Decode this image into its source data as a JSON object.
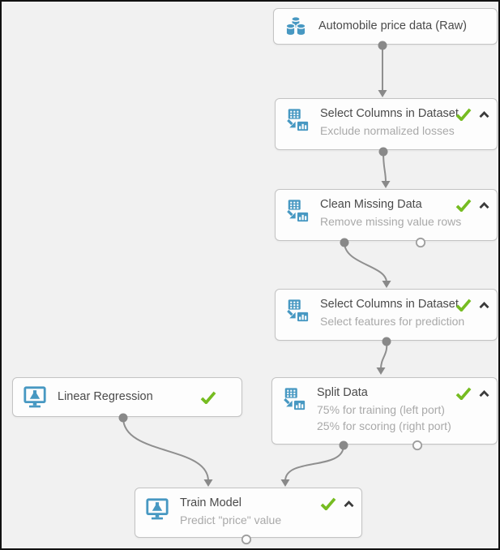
{
  "app": {
    "name": "experiment-canvas",
    "background": "#f1f1f1",
    "frame_border": "#111111"
  },
  "colors": {
    "icon_blue": "#4798c2",
    "check_green": "#76bc21",
    "connector_gray": "#8f8f8f",
    "node_border": "#c3c3c3",
    "title_text": "#4a4a4a",
    "subtitle_text": "#a9a9a9"
  },
  "nodes": [
    {
      "id": "dataset-raw",
      "title": "Automobile price data (Raw)",
      "icon": "dataset-icon",
      "status": "none",
      "collapsible": false
    },
    {
      "id": "select-columns-1",
      "title": "Select Columns in Dataset",
      "subtitle": "Exclude normalized losses",
      "icon": "transform-module-icon",
      "status": "completed",
      "collapsible": true
    },
    {
      "id": "clean-missing-data",
      "title": "Clean Missing Data",
      "subtitle": "Remove missing value rows",
      "icon": "transform-module-icon",
      "status": "completed",
      "collapsible": true
    },
    {
      "id": "select-columns-2",
      "title": "Select Columns in Dataset",
      "subtitle": "Select features for prediction",
      "icon": "transform-module-icon",
      "status": "completed",
      "collapsible": true
    },
    {
      "id": "linear-regression",
      "title": "Linear Regression",
      "icon": "model-module-icon",
      "status": "completed",
      "collapsible": false
    },
    {
      "id": "split-data",
      "title": "Split Data",
      "subtitle": "75% for training (left port)",
      "subtitle2": "25% for scoring (right port)",
      "icon": "transform-module-icon",
      "status": "completed",
      "collapsible": true
    },
    {
      "id": "train-model",
      "title": "Train Model",
      "subtitle": "Predict \"price\" value",
      "icon": "model-module-icon",
      "status": "completed",
      "collapsible": true
    }
  ],
  "connections": [
    {
      "from": "dataset-raw",
      "from_port": "output",
      "to": "select-columns-1",
      "to_port": "input"
    },
    {
      "from": "select-columns-1",
      "from_port": "output",
      "to": "clean-missing-data",
      "to_port": "input"
    },
    {
      "from": "clean-missing-data",
      "from_port": "left-output",
      "to": "select-columns-2",
      "to_port": "input"
    },
    {
      "from": "select-columns-2",
      "from_port": "output",
      "to": "split-data",
      "to_port": "input"
    },
    {
      "from": "linear-regression",
      "from_port": "output",
      "to": "train-model",
      "to_port": "left-input"
    },
    {
      "from": "split-data",
      "from_port": "left-output",
      "to": "train-model",
      "to_port": "right-input"
    }
  ]
}
